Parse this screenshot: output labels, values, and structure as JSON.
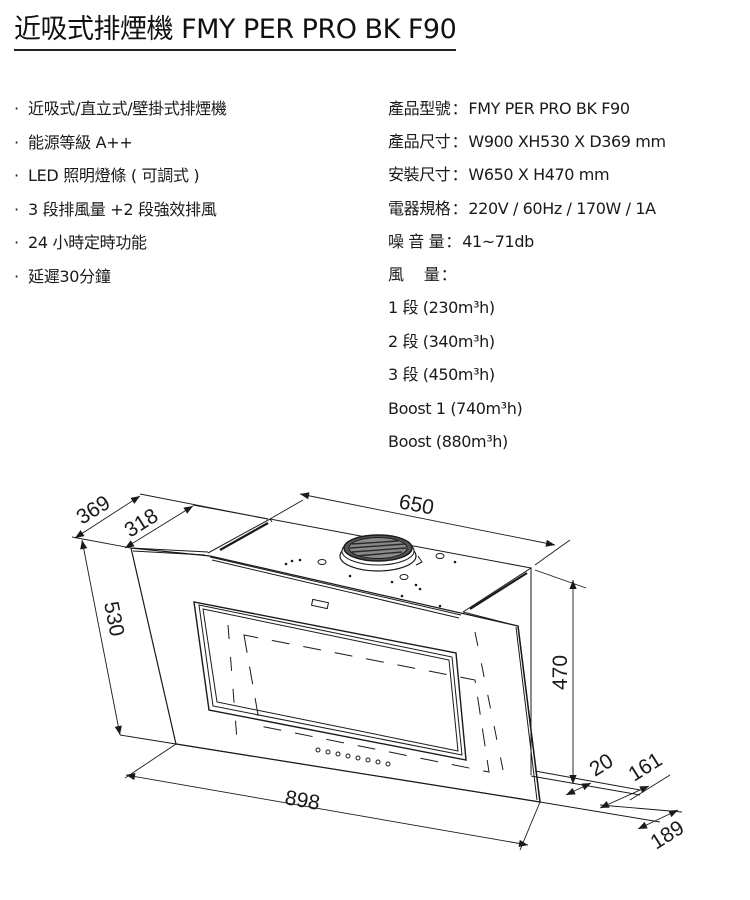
{
  "header": {
    "title": "近吸式排煙機 FMY PER PRO BK F90"
  },
  "features": {
    "bullet": "·",
    "items": [
      "近吸式/直立式/壁掛式排煙機",
      "能源等級 A++",
      "LED 照明燈條 ( 可調式 )",
      "3 段排風量 +2 段強效排風",
      "24 小時定時功能",
      "延遲30分鐘"
    ]
  },
  "specs": {
    "separator": "：",
    "rows": [
      {
        "label": "產品型號",
        "value": "FMY PER PRO BK F90"
      },
      {
        "label": "產品尺寸",
        "value": "W900 XH530 X D369 mm"
      },
      {
        "label": "安裝尺寸",
        "value": "W650 X H470 mm"
      },
      {
        "label": "電器規格",
        "value": "220V / 60Hz  / 170W / 1A"
      },
      {
        "label": "噪 音 量",
        "value": "41~71db"
      },
      {
        "label": "風　 量",
        "value": ""
      }
    ],
    "airflow": [
      "1 段 (230m³h)",
      "2 段 (340m³h)",
      "3 段 (450m³h)",
      "Boost 1 (740m³h)",
      "Boost (880m³h)"
    ]
  },
  "drawing": {
    "line_color": "#1a1a1a",
    "dimensions": {
      "depth_total": "369",
      "depth_body": "318",
      "install_width": "650",
      "total_height": "530",
      "install_height": "470",
      "total_width": "898",
      "offset_small": "20",
      "offset_mid": "161",
      "offset_bottom": "189"
    }
  }
}
